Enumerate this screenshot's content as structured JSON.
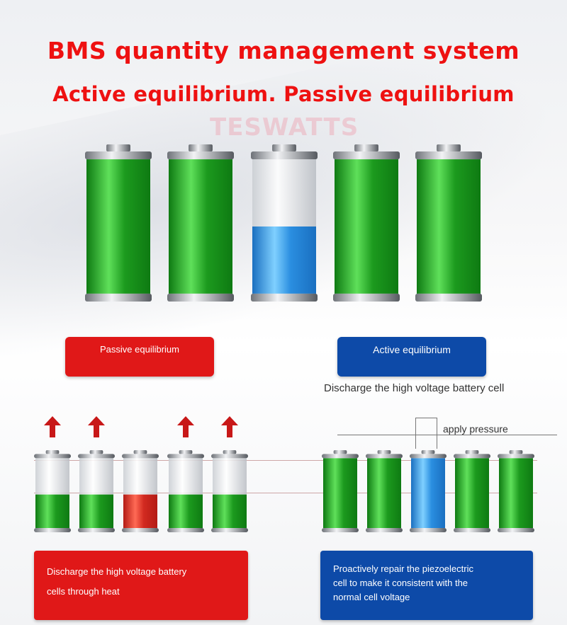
{
  "title_line1": "BMS quantity management system",
  "title_line2": "Active equilibrium. Passive equilibrium",
  "watermark": "TESWATTS",
  "passive_label": "Passive equilibrium",
  "active_label": "Active equilibrium",
  "active_caption": "Discharge the high voltage battery cell",
  "pressure_caption": "apply pressure",
  "passive_description_line1": "Discharge the high voltage battery",
  "passive_description_line2": "cells through heat",
  "active_description_line1": "Proactively repair the piezoelectric",
  "active_description_line2": "cell to make it consistent with the",
  "active_description_line3": "normal cell voltage",
  "colors": {
    "title_red": "#ee1111",
    "passive_red": "#e01818",
    "active_blue": "#0d4aa8",
    "cell_green": "#2fb52f",
    "cell_blue": "#3aa8e8",
    "cell_red": "#e0332a"
  },
  "top_cells": [
    {
      "fill": 1.0,
      "color": "green"
    },
    {
      "fill": 1.0,
      "color": "green"
    },
    {
      "fill": 0.5,
      "color": "blue"
    },
    {
      "fill": 1.0,
      "color": "green"
    },
    {
      "fill": 1.0,
      "color": "green"
    }
  ],
  "passive_cells": [
    {
      "fill": 0.48,
      "color": "green",
      "arrow": true
    },
    {
      "fill": 0.48,
      "color": "green",
      "arrow": true
    },
    {
      "fill": 0.48,
      "color": "red",
      "arrow": false
    },
    {
      "fill": 0.48,
      "color": "green",
      "arrow": true
    },
    {
      "fill": 0.48,
      "color": "green",
      "arrow": true
    }
  ],
  "active_cells": [
    {
      "fill": 1.0,
      "color": "green"
    },
    {
      "fill": 1.0,
      "color": "green"
    },
    {
      "fill": 1.0,
      "color": "blue"
    },
    {
      "fill": 1.0,
      "color": "green"
    },
    {
      "fill": 1.0,
      "color": "green"
    }
  ]
}
